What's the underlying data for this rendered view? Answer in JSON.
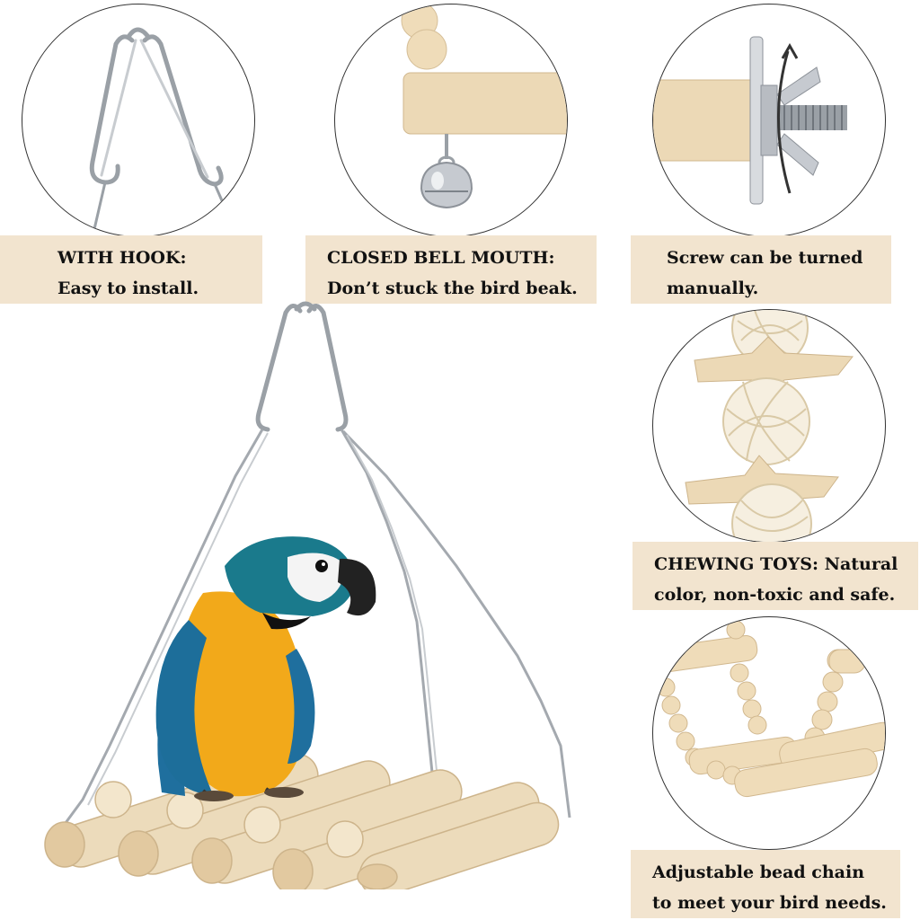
{
  "colors": {
    "label_bg": "#f2e4cf",
    "wood": "#e8d6b6",
    "wood_dark": "#c9b08a",
    "metal": "#b8bcc2",
    "parrot_blue": "#1f6f9e",
    "parrot_yellow": "#f2a91a"
  },
  "features": {
    "hook": {
      "line1": "WITH HOOK:",
      "line2": "Easy to install.",
      "icon": "hook-icon"
    },
    "bell": {
      "line1": "CLOSED BELL MOUTH:",
      "line2": "Don’t stuck the bird beak.",
      "icon": "bell-icon"
    },
    "screw": {
      "line1": "Screw can be turned",
      "line2": "manually.",
      "icon": "screw-icon"
    },
    "toys": {
      "line1": "CHEWING TOYS: Natural",
      "line2": "color, non-toxic and safe.",
      "icon": "rattan-ball-icon"
    },
    "chain": {
      "line1": "Adjustable bead chain",
      "line2": "to meet your bird needs.",
      "icon": "bead-chain-icon"
    }
  },
  "product": {
    "icon": "parrot-swing-icon"
  }
}
